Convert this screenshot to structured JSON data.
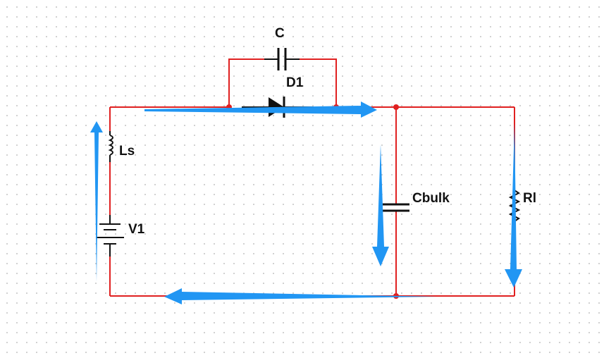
{
  "circuit": {
    "labels": {
      "capacitor": "C",
      "diode": "D1",
      "inductor": "Ls",
      "source": "V1",
      "bulk_capacitor": "Cbulk",
      "load": "Rl"
    },
    "colors": {
      "wire": "#e02020",
      "node": "#e02020",
      "component": "#111111",
      "current_arrow": "#2196f3"
    }
  }
}
